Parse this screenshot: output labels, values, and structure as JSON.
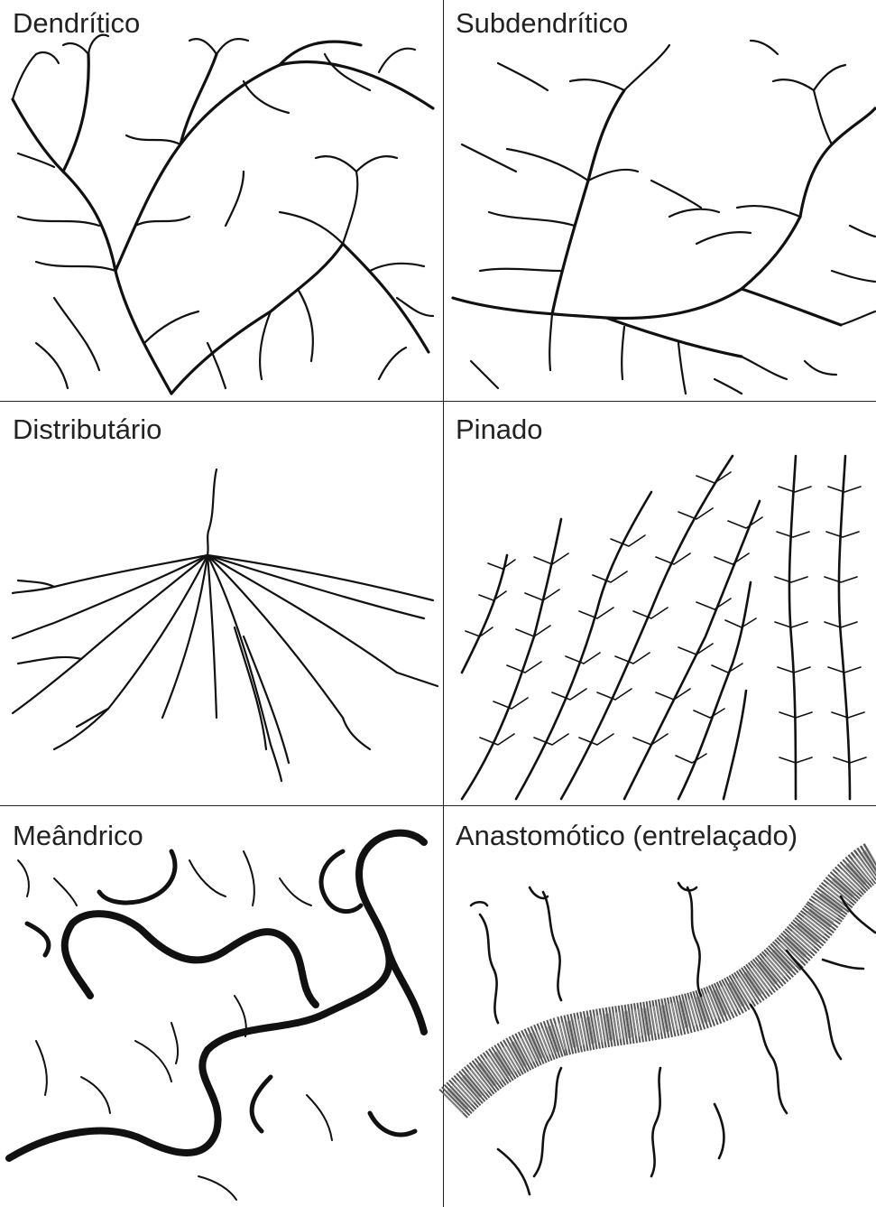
{
  "panels": {
    "dendritico": {
      "title": "Dendrítico"
    },
    "subdendritico": {
      "title": "Subdendrítico"
    },
    "distributario": {
      "title": "Distributário"
    },
    "pinado": {
      "title": "Pinado"
    },
    "meandrico": {
      "title": "Meândrico"
    },
    "anastomotico": {
      "title": "Anastomótico (entrelaçado)"
    }
  },
  "colors": {
    "line": "#111111",
    "divider": "#222222",
    "background": "#ffffff"
  }
}
